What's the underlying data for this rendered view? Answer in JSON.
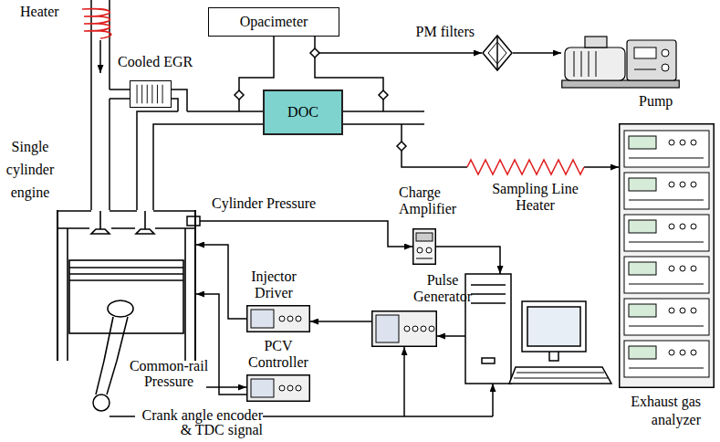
{
  "diagram": {
    "nodes": [
      {
        "text": [
          "Opacimeter"
        ]
      },
      {
        "text": [
          "Cooled EGR"
        ]
      },
      {
        "text": [
          "DOC"
        ]
      },
      {
        "text": [
          "PM filters"
        ]
      },
      {
        "text": [
          "Pump"
        ]
      },
      {
        "text": [
          "Single cylinder engine"
        ]
      },
      {
        "text": [
          "Charge Amplifier"
        ]
      },
      {
        "text": [
          "Injector Driver"
        ]
      },
      {
        "text": [
          "Pulse Generator"
        ]
      },
      {
        "text": [
          "PCV Controller"
        ]
      },
      {
        "text": [
          "Exhaust gas analyzer"
        ]
      }
    ],
    "edges": [
      {
        "from": 8,
        "to": 7,
        "arrow": "to"
      },
      {
        "from": 7,
        "to": 5,
        "arrow": "to"
      },
      {
        "from": 9,
        "to": 5,
        "arrow": "to"
      },
      {
        "from": 3,
        "to": 4,
        "arrow": "to"
      }
    ],
    "labels": [
      "Heater",
      "Cylinder Pressure",
      "Sampling Line Heater",
      "Common-rail Pressure",
      "Crank angle encoder & TDC signal"
    ]
  }
}
